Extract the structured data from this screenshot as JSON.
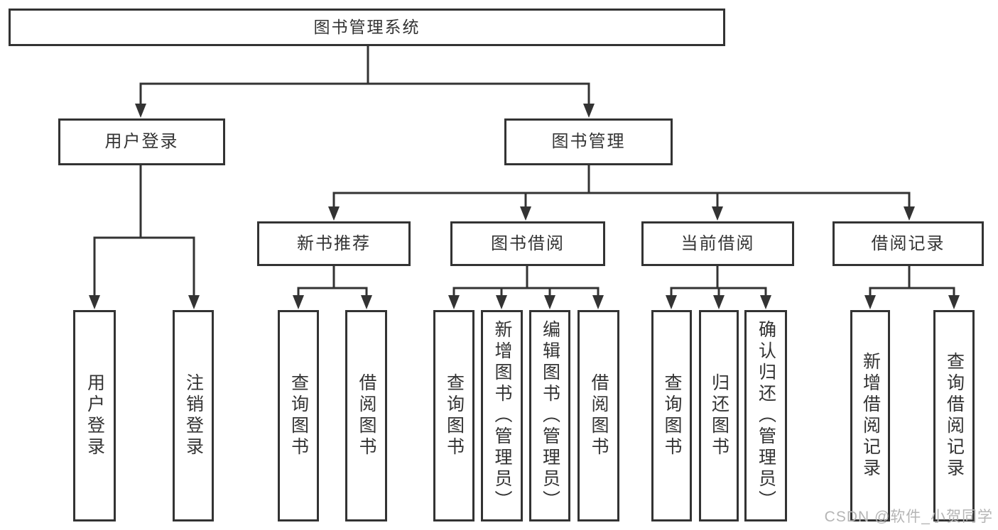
{
  "colors": {
    "background": "#ffffff",
    "line": "#333333",
    "box_border": "#333333",
    "text": "#333333",
    "watermark": "#b5b5b5"
  },
  "diagram_type": "hierarchy-tree",
  "tree": {
    "label": "图书管理系统",
    "children": [
      {
        "label": "用户登录",
        "children": [
          {
            "label": "用户登录"
          },
          {
            "label": "注销登录"
          }
        ]
      },
      {
        "label": "图书管理",
        "children": [
          {
            "label": "新书推荐",
            "children": [
              {
                "label": "查询图书"
              },
              {
                "label": "借阅图书"
              }
            ]
          },
          {
            "label": "图书借阅",
            "children": [
              {
                "label": "查询图书"
              },
              {
                "label": "新增图书（管理员）"
              },
              {
                "label": "编辑图书（管理员）"
              },
              {
                "label": "借阅图书"
              }
            ]
          },
          {
            "label": "当前借阅",
            "children": [
              {
                "label": "查询图书"
              },
              {
                "label": "归还图书"
              },
              {
                "label": "确认归还（管理员）"
              }
            ]
          },
          {
            "label": "借阅记录",
            "children": [
              {
                "label": "新增借阅记录"
              },
              {
                "label": "查询借阅记录"
              }
            ]
          }
        ]
      }
    ]
  },
  "watermark": {
    "text": "CSDN @软件_小贺同学"
  }
}
